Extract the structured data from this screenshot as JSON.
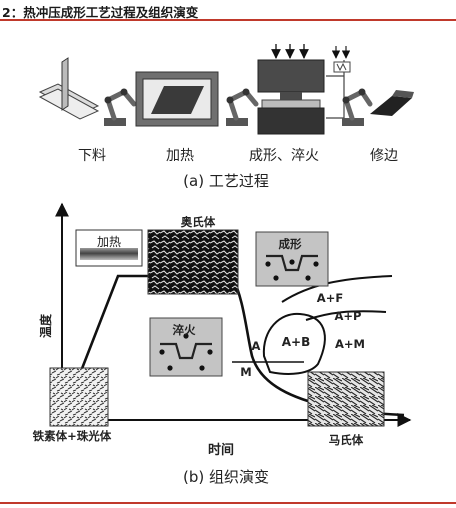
{
  "figure_title": "2：热冲压成形工艺过程及组织演变",
  "process": {
    "steps": [
      "下料",
      "加热",
      "成形、淬火",
      "修边"
    ],
    "caption": "(a) 工艺过程"
  },
  "evolution": {
    "y_axis": "温度",
    "x_axis": "时间",
    "phases": {
      "heating": "加热",
      "austenite": "奥氏体",
      "forming": "成形",
      "quenching": "淬火",
      "ferrite_pearlite": "铁素体+珠光体",
      "martensite": "马氏体"
    },
    "regions": {
      "a": "A",
      "m": "M",
      "af": "A+F",
      "ap": "A+P",
      "ab": "A+B",
      "am": "A+M"
    },
    "caption": "(b) 组织演变"
  }
}
